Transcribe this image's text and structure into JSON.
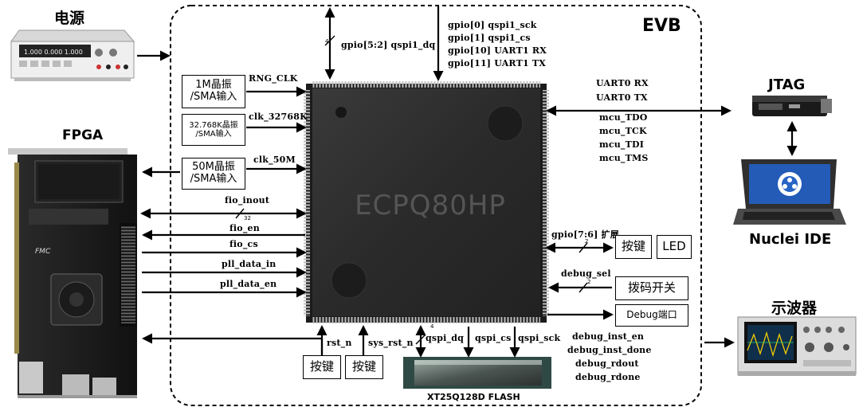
{
  "evb": {
    "title": "EVB"
  },
  "chip": {
    "name": "ECPQ80HP"
  },
  "power": {
    "label": "电源"
  },
  "fpga": {
    "label": "FPGA"
  },
  "jtag": {
    "label": "JTAG"
  },
  "ide": {
    "label": "Nuclei IDE"
  },
  "scope": {
    "label": "示波器"
  },
  "flash": {
    "label": "XT25Q128D FLASH"
  },
  "clock_boxes": [
    {
      "line1": "1M晶振",
      "line2": "/SMA输入",
      "signal": "RNG_CLK"
    },
    {
      "line1": "32.768K晶振",
      "line2": "/SMA输入",
      "signal": "clk_32768K"
    },
    {
      "line1": "50M晶振",
      "line2": "/SMA输入",
      "signal": "clk_50M"
    }
  ],
  "top_signals": {
    "left": "gpio[5:2] qspi1_dq",
    "left_width": "4",
    "right": [
      "gpio[0] qspi1_sck",
      "gpio[1] qspi1_cs",
      "gpio[10] UART1 RX",
      "gpio[11] UART1 TX"
    ]
  },
  "jtag_signals": [
    "UART0 RX",
    "UART0 TX",
    "mcu_TDO",
    "mcu_TCK",
    "mcu_TDI",
    "mcu_TMS"
  ],
  "fpga_signals": [
    {
      "name": "fio_inout",
      "width": "32"
    },
    {
      "name": "fio_en"
    },
    {
      "name": "fio_cs"
    },
    {
      "name": "pll_data_in"
    },
    {
      "name": "pll_data_en"
    }
  ],
  "right_side": {
    "gpio_label": "gpio[7:6] 扩展",
    "gpio_width": "2",
    "key_button": "按键",
    "led": "LED",
    "debug_sel": "debug_sel",
    "debug_sel_width": "2",
    "dip_switch": "拨码开关",
    "debug_port": "Debug端口",
    "debug_outputs": [
      "debug_inst_en",
      "debug_inst_done",
      "debug_rdout",
      "debug_rdone"
    ]
  },
  "bottom": {
    "rst_n": "rst_n",
    "sys_rst_n": "sys_rst_n",
    "key1": "按键",
    "key2": "按键",
    "qspi_dq": "qspi_dq",
    "qspi_dq_width": "4",
    "qspi_cs": "qspi_cs",
    "qspi_sck": "qspi_sck"
  }
}
